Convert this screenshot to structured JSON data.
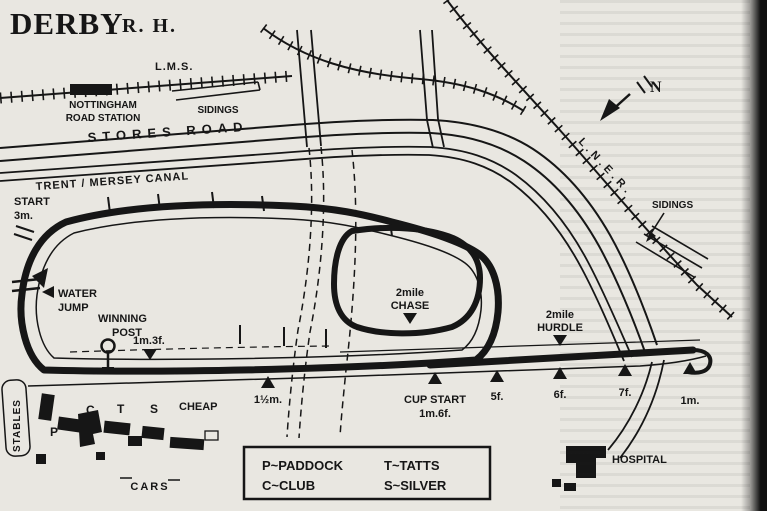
{
  "page": {
    "title": "DERBY",
    "subtitle": "R. H."
  },
  "railways": {
    "lms": "L.M.S.",
    "lms_sidings": "SIDINGS",
    "station_line1": "NOTTINGHAM",
    "station_line2": "ROAD STATION",
    "lner": "L.N.E.R.",
    "lner_sidings": "SIDINGS"
  },
  "roads": {
    "stores_road": "STORES ROAD",
    "canal": "TRENT / MERSEY CANAL"
  },
  "compass": {
    "north": "N"
  },
  "course": {
    "start_line1": "START",
    "start_line2": "3m.",
    "water_jump_line1": "WATER",
    "water_jump_line2": "JUMP",
    "winning_post_line1": "WINNING",
    "winning_post_line2": "POST",
    "mile_marker": "1m.3f.",
    "chase_line1": "2mile",
    "chase_line2": "CHASE",
    "hurdle_line1": "2mile",
    "hurdle_line2": "HURDLE"
  },
  "distance_markers": {
    "m1_5": "1½m.",
    "cup_line1": "CUP START",
    "cup_line2": "1m.6f.",
    "f5": "5f.",
    "f6": "6f.",
    "f7": "7f.",
    "m1": "1m."
  },
  "grounds": {
    "stables": "STABLES",
    "paddock": "P",
    "club": "C",
    "tatts": "T",
    "silver": "S",
    "cheap": "CHEAP",
    "cars": "CARS",
    "hospital": "HOSPITAL"
  },
  "legend": {
    "item1": "P~PADDOCK",
    "item2": "T~TATTS",
    "item3": "C~CLUB",
    "item4": "S~SILVER"
  },
  "colors": {
    "ink": "#161616",
    "paper": "#e9e7e1"
  }
}
